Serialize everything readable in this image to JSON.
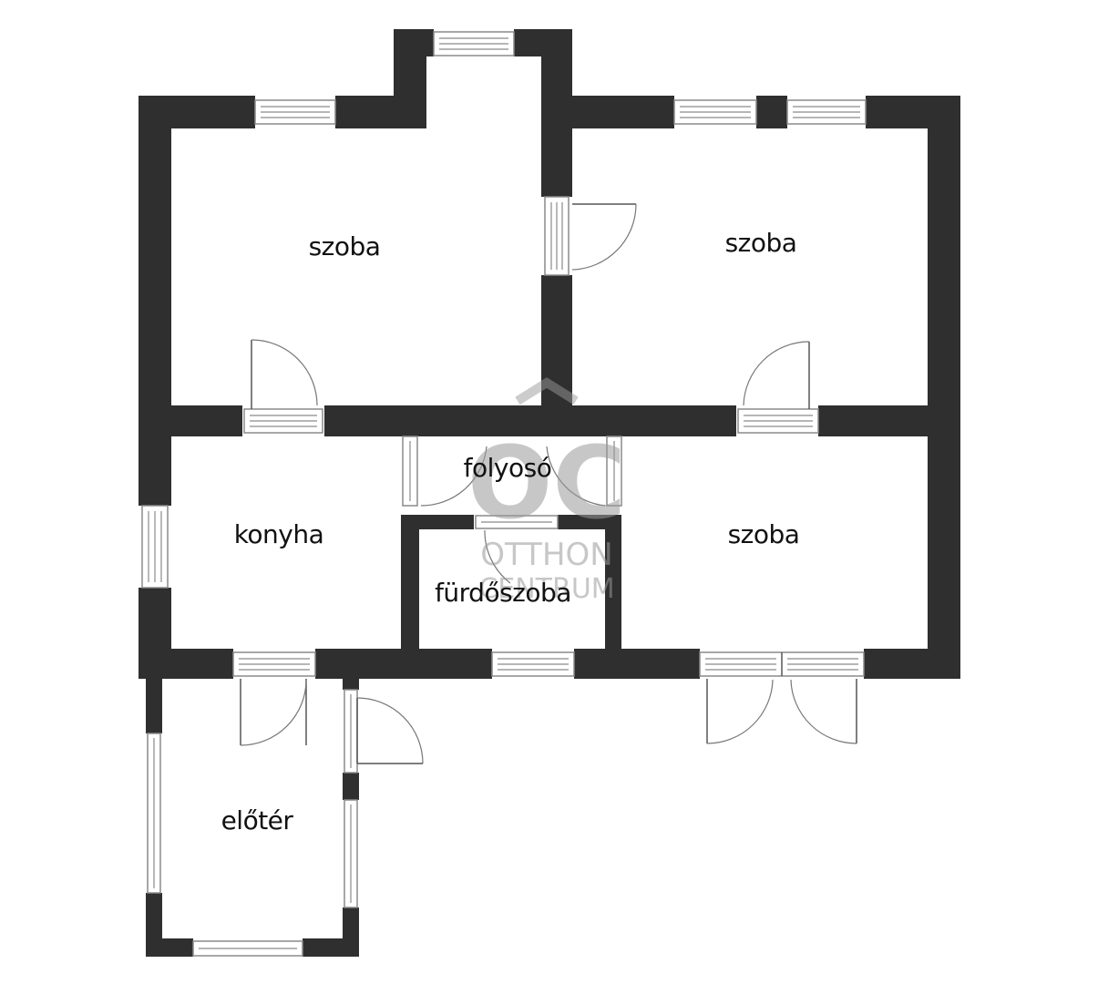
{
  "rooms": {
    "szoba_top_left": "szoba",
    "szoba_top_right": "szoba",
    "szoba_right": "szoba",
    "konyha": "konyha",
    "folyoso": "folyosó",
    "furdoszoba": "fürdőszoba",
    "eloter": "előtér"
  },
  "watermark": {
    "logo": "OC",
    "line1": "OTTHON",
    "line2": "CENTRUM"
  },
  "colors": {
    "wall": "#2f2f2f",
    "background": "#ffffff",
    "watermark": "#9a9a9a"
  }
}
